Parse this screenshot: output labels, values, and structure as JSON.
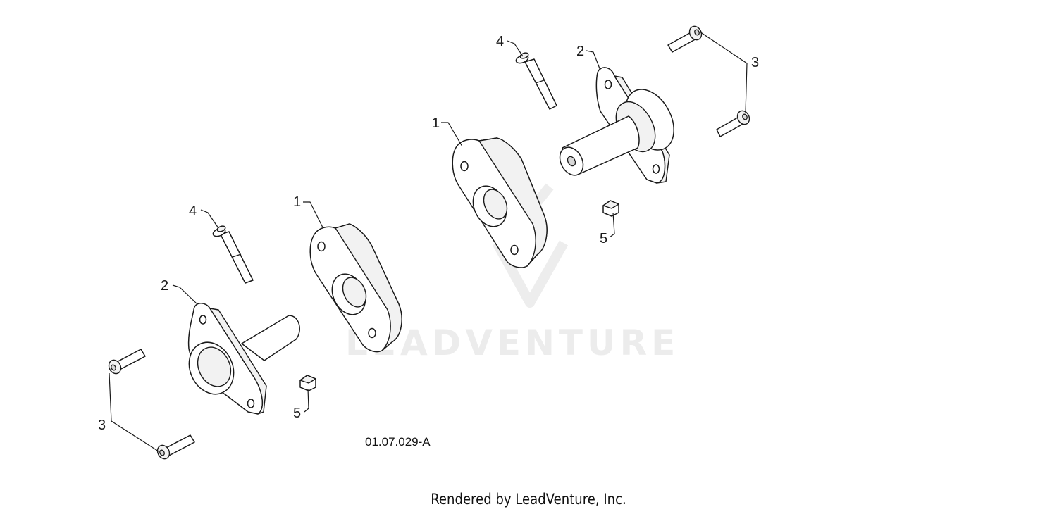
{
  "diagram": {
    "callouts": [
      "1",
      "1",
      "2",
      "2",
      "3",
      "3",
      "4",
      "4",
      "5",
      "5"
    ],
    "diagram_code": "01.07.029-A",
    "watermark_text": "LEADVENTURE",
    "credit_text": "Rendered by LeadVenture, Inc."
  }
}
